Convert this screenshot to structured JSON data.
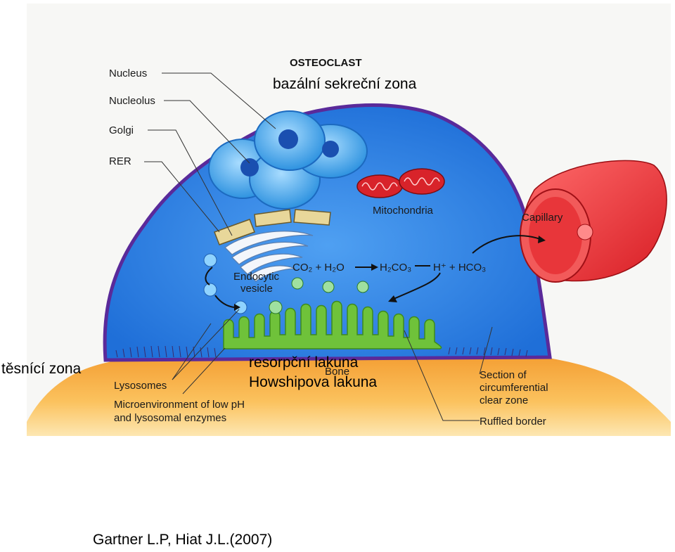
{
  "overlay": {
    "top_zone": "bazální  sekreční zona",
    "left_zone": "těsnící zona",
    "lacuna_line1": "resorpční  lakuna",
    "lacuna_line2": "Howshipova lakuna"
  },
  "figure": {
    "title": "OSTEOCLAST",
    "labels": {
      "nucleus": "Nucleus",
      "nucleolus": "Nucleolus",
      "golgi": "Golgi",
      "rer": "RER",
      "mitochondria": "Mitochondria",
      "capillary": "Capillary",
      "endocytic_line1": "Endocytic",
      "endocytic_line2": "vesicle",
      "reaction_co2": "CO₂ + H₂O",
      "reaction_h2co3": "H₂CO₃",
      "reaction_ions": "H⁺ + HCO₃",
      "bone": "Bone",
      "lysosomes": "Lysosomes",
      "micro_line1": "Microenvironment of low pH",
      "micro_line2": "and lysosomal enzymes",
      "section_line1": "Section of",
      "section_line2": "circumferential",
      "section_line3": "clear zone",
      "ruffled": "Ruffled border"
    },
    "colors": {
      "cytoplasm": "#2f86e8",
      "membrane": "#5a2a9a",
      "bone": "#f6a63a",
      "ruffled_border": "#6fc23a",
      "mitochondria": "#d8232a",
      "capillary": "#e82a2a",
      "nucleus": "#4fb2ef"
    }
  },
  "credit": "Gartner L.P, Hiat J.L.(2007)"
}
